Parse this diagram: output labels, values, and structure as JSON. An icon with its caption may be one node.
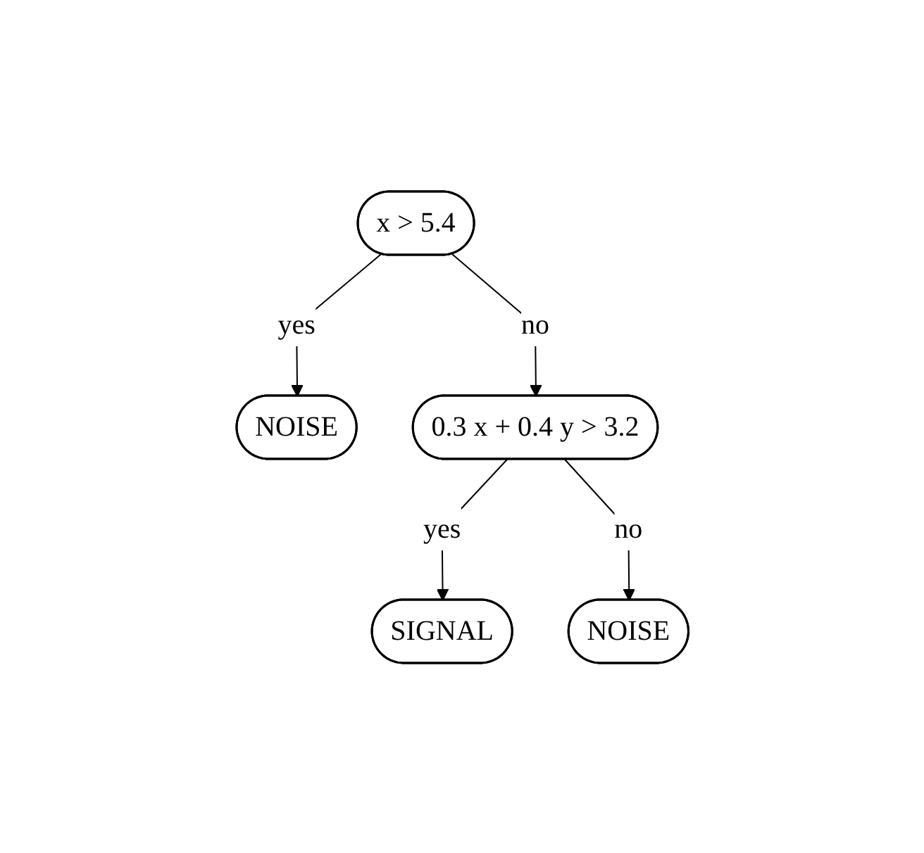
{
  "diagram": {
    "nodes": [
      {
        "text": [
          "x > 5.4"
        ]
      },
      {
        "text": [
          "NOISE"
        ]
      },
      {
        "text": [
          "0.3 x + 0.4 y > 3.2"
        ]
      },
      {
        "text": [
          "SIGNAL"
        ]
      },
      {
        "text": [
          "NOISE"
        ]
      }
    ],
    "edges": [
      {
        "from": 0,
        "to": 1,
        "arrow": "to",
        "label": "yes"
      },
      {
        "from": 0,
        "to": 2,
        "arrow": "to",
        "label": "no"
      },
      {
        "from": 2,
        "to": 3,
        "arrow": "to",
        "label": "yes"
      },
      {
        "from": 2,
        "to": 4,
        "arrow": "to",
        "label": "no"
      }
    ]
  }
}
